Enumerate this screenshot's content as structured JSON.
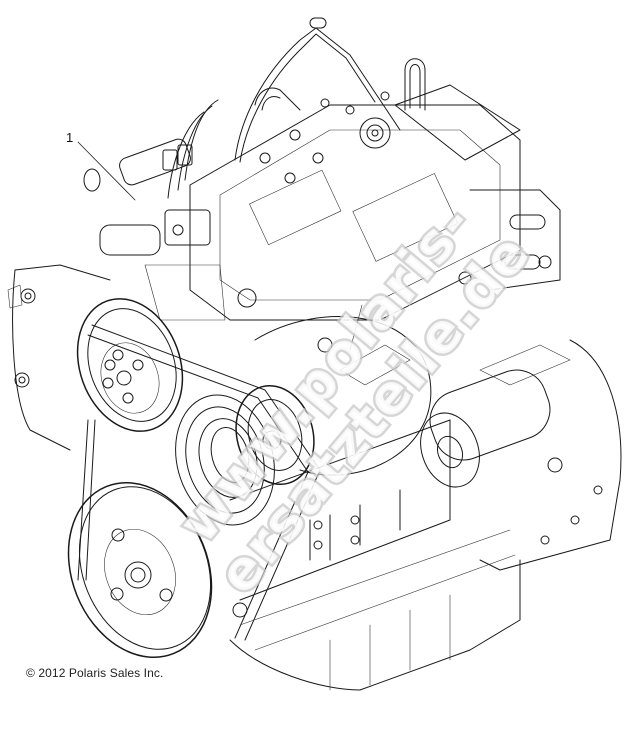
{
  "diagram": {
    "subject": "engine-assembly-line-drawing",
    "callouts": [
      {
        "label": "1",
        "target": "fuel-injection-pump-area"
      }
    ],
    "copyright": "© 2012 Polaris Sales Inc.",
    "watermark": "www.polaris-ersatzteile.de",
    "colors": {
      "line": "#1a1a1a",
      "background": "#ffffff",
      "watermark": "#c8c8c8"
    }
  }
}
